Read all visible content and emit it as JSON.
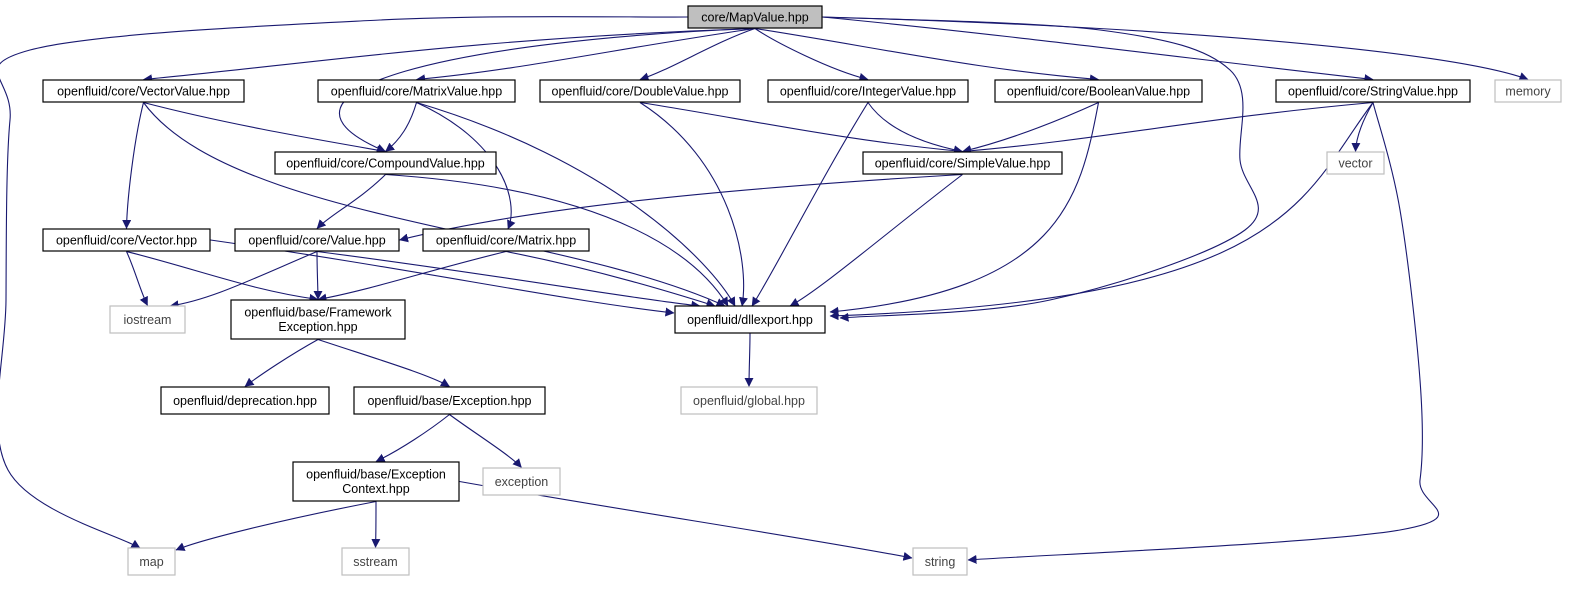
{
  "diagram": {
    "nodes": [
      {
        "id": "mapvalue",
        "lines": [
          "core/MapValue.hpp"
        ],
        "kind": "root"
      },
      {
        "id": "vectorvalue",
        "lines": [
          "openfluid/core/VectorValue.hpp"
        ],
        "kind": "local"
      },
      {
        "id": "matrixvalue",
        "lines": [
          "openfluid/core/MatrixValue.hpp"
        ],
        "kind": "local"
      },
      {
        "id": "doublevalue",
        "lines": [
          "openfluid/core/DoubleValue.hpp"
        ],
        "kind": "local"
      },
      {
        "id": "integervalue",
        "lines": [
          "openfluid/core/IntegerValue.hpp"
        ],
        "kind": "local"
      },
      {
        "id": "booleanvalue",
        "lines": [
          "openfluid/core/BooleanValue.hpp"
        ],
        "kind": "local"
      },
      {
        "id": "stringvalue",
        "lines": [
          "openfluid/core/StringValue.hpp"
        ],
        "kind": "local"
      },
      {
        "id": "memory",
        "lines": [
          "memory"
        ],
        "kind": "external"
      },
      {
        "id": "compoundvalue",
        "lines": [
          "openfluid/core/CompoundValue.hpp"
        ],
        "kind": "local"
      },
      {
        "id": "simplevalue",
        "lines": [
          "openfluid/core/SimpleValue.hpp"
        ],
        "kind": "local"
      },
      {
        "id": "vector_ext",
        "lines": [
          "vector"
        ],
        "kind": "external"
      },
      {
        "id": "vector_hpp",
        "lines": [
          "openfluid/core/Vector.hpp"
        ],
        "kind": "local"
      },
      {
        "id": "value",
        "lines": [
          "openfluid/core/Value.hpp"
        ],
        "kind": "local"
      },
      {
        "id": "matrix",
        "lines": [
          "openfluid/core/Matrix.hpp"
        ],
        "kind": "local"
      },
      {
        "id": "iostream",
        "lines": [
          "iostream"
        ],
        "kind": "external"
      },
      {
        "id": "fwexception",
        "lines": [
          "openfluid/base/Framework",
          "Exception.hpp"
        ],
        "kind": "local"
      },
      {
        "id": "dllexport",
        "lines": [
          "openfluid/dllexport.hpp"
        ],
        "kind": "local"
      },
      {
        "id": "deprecation",
        "lines": [
          "openfluid/deprecation.hpp"
        ],
        "kind": "local"
      },
      {
        "id": "exception_hpp",
        "lines": [
          "openfluid/base/Exception.hpp"
        ],
        "kind": "local"
      },
      {
        "id": "global",
        "lines": [
          "openfluid/global.hpp"
        ],
        "kind": "external"
      },
      {
        "id": "excontext",
        "lines": [
          "openfluid/base/Exception",
          "Context.hpp"
        ],
        "kind": "local"
      },
      {
        "id": "exception_ext",
        "lines": [
          "exception"
        ],
        "kind": "external"
      },
      {
        "id": "map",
        "lines": [
          "map"
        ],
        "kind": "external"
      },
      {
        "id": "sstream",
        "lines": [
          "sstream"
        ],
        "kind": "external"
      },
      {
        "id": "string",
        "lines": [
          "string"
        ],
        "kind": "external"
      }
    ],
    "edges": [
      [
        "mapvalue",
        "vectorvalue"
      ],
      [
        "mapvalue",
        "matrixvalue"
      ],
      [
        "mapvalue",
        "doublevalue"
      ],
      [
        "mapvalue",
        "integervalue"
      ],
      [
        "mapvalue",
        "booleanvalue"
      ],
      [
        "mapvalue",
        "stringvalue"
      ],
      [
        "mapvalue",
        "memory"
      ],
      [
        "mapvalue",
        "compoundvalue"
      ],
      [
        "mapvalue",
        "dllexport"
      ],
      [
        "mapvalue",
        "map"
      ],
      [
        "vectorvalue",
        "compoundvalue"
      ],
      [
        "vectorvalue",
        "vector_hpp"
      ],
      [
        "vectorvalue",
        "dllexport"
      ],
      [
        "matrixvalue",
        "compoundvalue"
      ],
      [
        "matrixvalue",
        "matrix"
      ],
      [
        "matrixvalue",
        "dllexport"
      ],
      [
        "doublevalue",
        "simplevalue"
      ],
      [
        "doublevalue",
        "dllexport"
      ],
      [
        "integervalue",
        "simplevalue"
      ],
      [
        "integervalue",
        "dllexport"
      ],
      [
        "booleanvalue",
        "simplevalue"
      ],
      [
        "booleanvalue",
        "dllexport"
      ],
      [
        "stringvalue",
        "simplevalue"
      ],
      [
        "stringvalue",
        "vector_ext"
      ],
      [
        "stringvalue",
        "dllexport"
      ],
      [
        "stringvalue",
        "string"
      ],
      [
        "compoundvalue",
        "value"
      ],
      [
        "compoundvalue",
        "dllexport"
      ],
      [
        "simplevalue",
        "value"
      ],
      [
        "simplevalue",
        "dllexport"
      ],
      [
        "vector_hpp",
        "iostream"
      ],
      [
        "vector_hpp",
        "fwexception"
      ],
      [
        "vector_hpp",
        "dllexport"
      ],
      [
        "value",
        "iostream"
      ],
      [
        "value",
        "fwexception"
      ],
      [
        "value",
        "dllexport"
      ],
      [
        "matrix",
        "fwexception"
      ],
      [
        "matrix",
        "dllexport"
      ],
      [
        "fwexception",
        "deprecation"
      ],
      [
        "fwexception",
        "exception_hpp"
      ],
      [
        "dllexport",
        "global"
      ],
      [
        "exception_hpp",
        "excontext"
      ],
      [
        "exception_hpp",
        "exception_ext"
      ],
      [
        "excontext",
        "map"
      ],
      [
        "excontext",
        "sstream"
      ],
      [
        "excontext",
        "string"
      ]
    ]
  },
  "colors": {
    "edge": "#191970",
    "root_fill": "#bfbfbf",
    "local_border": "#000000",
    "external_border": "#bfbfbf",
    "text": "#000000"
  }
}
